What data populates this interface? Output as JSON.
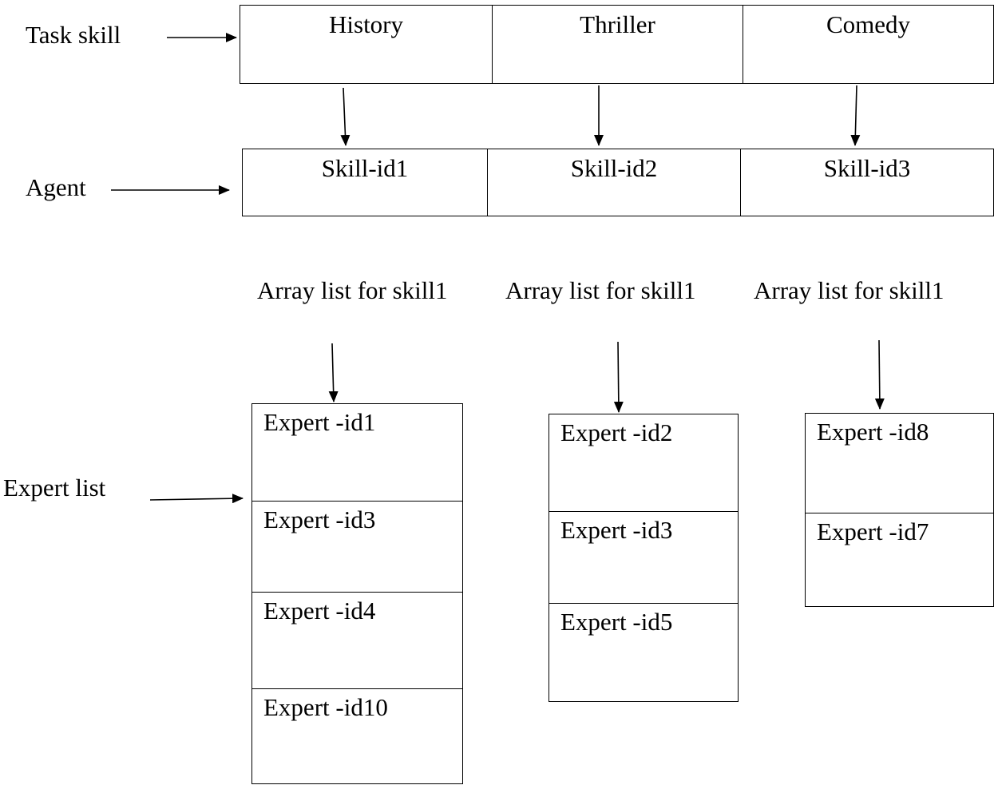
{
  "row_labels": {
    "task_skill": "Task skill",
    "agent": "Agent",
    "expert_list": "Expert list"
  },
  "task_skills": [
    "History",
    "Thriller",
    "Comedy"
  ],
  "agent_skills": [
    "Skill-id1",
    "Skill-id2",
    "Skill-id3"
  ],
  "array_list_titles": [
    "Array list for skill1",
    "Array list for skill1",
    "Array list for skill1"
  ],
  "expert_columns": [
    [
      "Expert -id1",
      "Expert -id3",
      "Expert -id4",
      "Expert -id10"
    ],
    [
      "Expert -id2",
      "Expert -id3",
      "Expert -id5"
    ],
    [
      "Expert -id8",
      "Expert -id7"
    ]
  ]
}
